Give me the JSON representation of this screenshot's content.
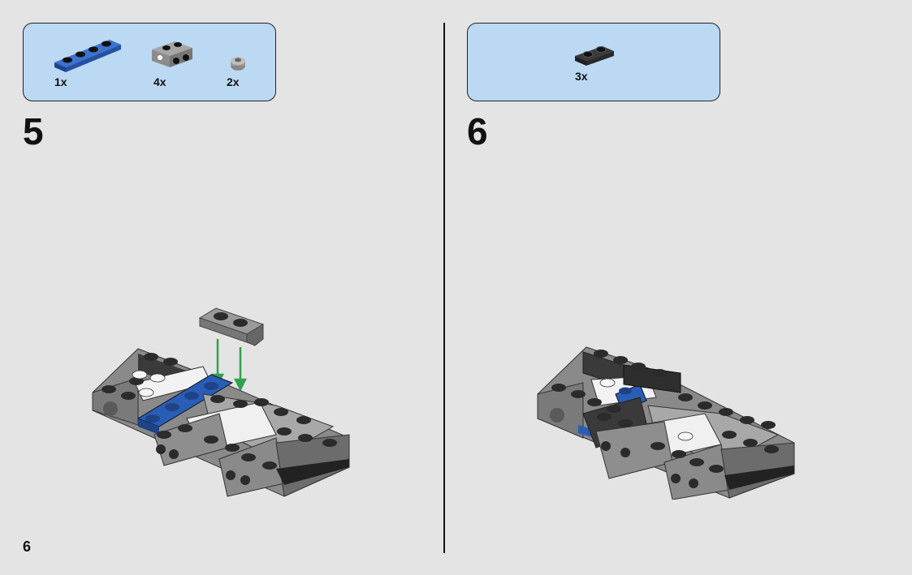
{
  "page": {
    "number": "6"
  },
  "steps": [
    {
      "number": "5",
      "parts": [
        {
          "qty": "1x",
          "icon": "blue-plate-1x4-icon"
        },
        {
          "qty": "4x",
          "icon": "bracket-plate-icon"
        },
        {
          "qty": "2x",
          "icon": "round-stud-icon"
        }
      ]
    },
    {
      "number": "6",
      "parts": [
        {
          "qty": "3x",
          "icon": "black-plate-1x2-icon"
        }
      ]
    }
  ],
  "colors": {
    "parts_box": "#bcd9f3",
    "background": "#e4e4e4",
    "brick_blue": "#2a5db5",
    "brick_gray": "#8a8a8a",
    "brick_dark": "#2b2b2b",
    "arrow_green": "#2fa24f"
  }
}
